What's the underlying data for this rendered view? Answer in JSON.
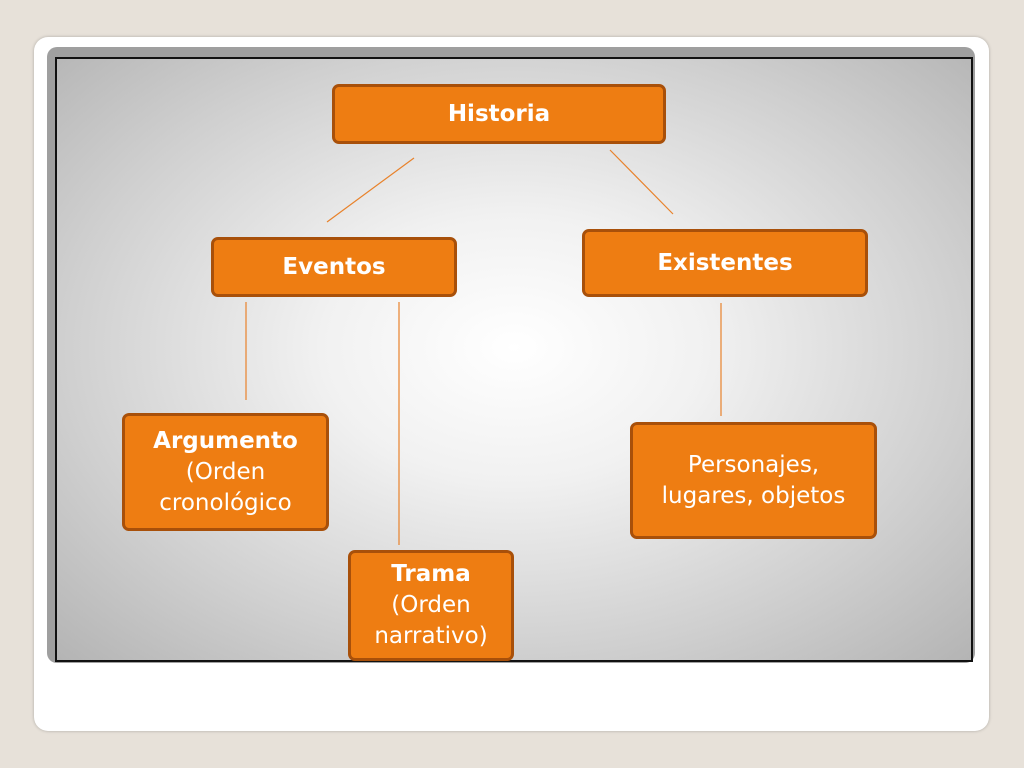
{
  "diagram": {
    "nodes": {
      "historia": {
        "label": "Historia"
      },
      "eventos": {
        "label": "Eventos"
      },
      "existentes": {
        "label": "Existentes"
      },
      "argumento": {
        "title": "Argumento",
        "line1": "(Orden",
        "line2": "cronológico"
      },
      "personajes": {
        "line1": "Personajes,",
        "line2": "lugares, objetos"
      },
      "trama": {
        "title": "Trama",
        "line1": "(Orden",
        "line2": "narrativo)"
      }
    },
    "edges": [
      {
        "from": "Historia",
        "to": "Eventos"
      },
      {
        "from": "Historia",
        "to": "Existentes"
      },
      {
        "from": "Eventos",
        "to": "Argumento"
      },
      {
        "from": "Eventos",
        "to": "Trama"
      },
      {
        "from": "Existentes",
        "to": "Personajes"
      }
    ],
    "colors": {
      "node_fill": "#ee7d12",
      "node_border": "#a8500a",
      "node_text": "#ffffff",
      "connector": "#e8822b",
      "background": "#e7e1d9"
    }
  }
}
